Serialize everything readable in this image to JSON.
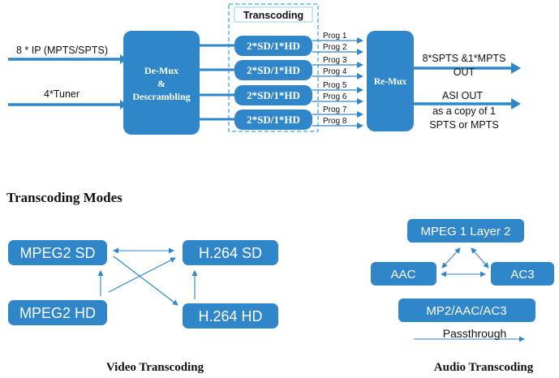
{
  "top": {
    "inputs": {
      "ip": "8 * IP (MPTS/SPTS)",
      "tuner": "4*Tuner"
    },
    "demux": {
      "line1": "De-Mux",
      "line2": "&",
      "line3": "Descrambling"
    },
    "transcoding_label": "Transcoding",
    "transcoders": [
      "2*SD/1*HD",
      "2*SD/1*HD",
      "2*SD/1*HD",
      "2*SD/1*HD"
    ],
    "progs": [
      "Prog 1",
      "Prog 2",
      "Prog 3",
      "Prog 4",
      "Prog 5",
      "Prog 6",
      "Prog 7",
      "Prog 8"
    ],
    "remux": "Re-Mux",
    "outputs": {
      "spts_line1": "8*SPTS &1*MPTS",
      "spts_line2": "OUT",
      "asi_line1": "ASI OUT",
      "asi_line2": "as a copy of 1",
      "asi_line3": "SPTS or MPTS"
    }
  },
  "modes_title": "Transcoding Modes",
  "video": {
    "mpeg2_sd": "MPEG2 SD",
    "h264_sd": "H.264 SD",
    "mpeg2_hd": "MPEG2 HD",
    "h264_hd": "H.264 HD",
    "caption": "Video Transcoding"
  },
  "audio": {
    "mpeg1_l2": "MPEG 1 Layer 2",
    "aac": "AAC",
    "ac3": "AC3",
    "mp2_aac_ac3": "MP2/AAC/AC3",
    "passthrough": "Passthrough",
    "caption": "Audio Transcoding"
  },
  "colors": {
    "box_fill": "#2f86c8",
    "box_text": "#ffffff",
    "arrow": "#2f86c8",
    "dashed": "#3fa9d8",
    "text": "#111111"
  }
}
